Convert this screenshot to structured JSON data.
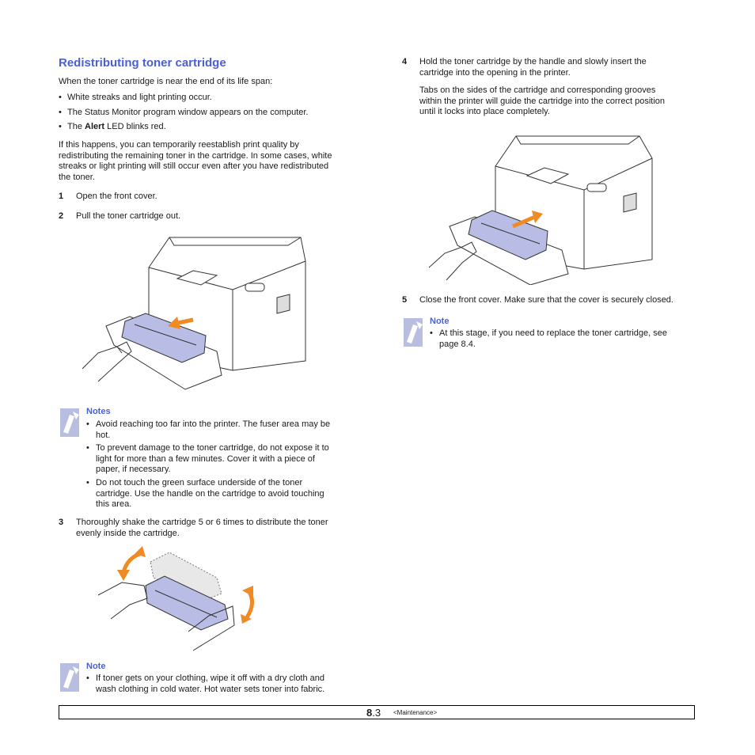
{
  "heading": "Redistributing toner cartridge",
  "intro": "When the toner cartridge is near the end of its life span:",
  "bullets": [
    "White streaks and light printing occur.",
    "The Status Monitor program window appears on the computer."
  ],
  "bullet3_pre": "The ",
  "bullet3_bold": "Alert",
  "bullet3_post": " LED blinks red.",
  "para_lines": [
    "If this happens, you can temporarily reestablish print quality by",
    "redistributing the remaining toner in the cartridge. In some cases, white",
    "streaks or light printing will still occur even after you have redistributed",
    "the toner."
  ],
  "steps": {
    "s1_num": "1",
    "s1": "Open the front cover.",
    "s2_num": "2",
    "s2": "Pull the toner cartridge out.",
    "s3_num": "3",
    "s3_lines": [
      "Thoroughly shake the cartridge 5 or 6 times to distribute the toner",
      "evenly inside the cartridge."
    ],
    "s4_num": "4",
    "s4_lines": [
      "Hold the toner cartridge by the handle and slowly insert the",
      "cartridge into the opening in the printer."
    ],
    "s4_para": [
      "Tabs on the sides of the cartridge and corresponding grooves",
      "within the printer will guide the cartridge into the correct position",
      "until it locks into place completely."
    ],
    "s5_num": "5",
    "s5": "Close the front cover. Make sure that the cover is securely closed."
  },
  "notes1": {
    "title": "Notes",
    "items": [
      [
        "Avoid reaching too far into the printer. The fuser area may be",
        "hot."
      ],
      [
        "To prevent damage to the toner cartridge, do not expose it to",
        "light for more than a few minutes. Cover it with a piece of",
        "paper, if necessary."
      ],
      [
        "Do not touch the green surface underside of the toner",
        "cartridge. Use the handle on the cartridge to avoid touching",
        "this area."
      ]
    ]
  },
  "note2": {
    "title": "Note",
    "lines": [
      "If toner gets on your clothing, wipe it off with a dry cloth and",
      "wash clothing in cold water. Hot water sets toner into fabric."
    ]
  },
  "note3": {
    "title": "Note",
    "lines": [
      "At this stage, if you need to replace the toner cartridge, see",
      "page 8.4."
    ]
  },
  "footer": {
    "page_bold": "8",
    "page_rest": ".3",
    "section": "<Maintenance>"
  },
  "colors": {
    "accent": "#4a5fd6",
    "toner": "#b9bde6",
    "arrow": "#f08a24",
    "note_icon": "#b8bedf"
  },
  "bullet_glyph": "•"
}
